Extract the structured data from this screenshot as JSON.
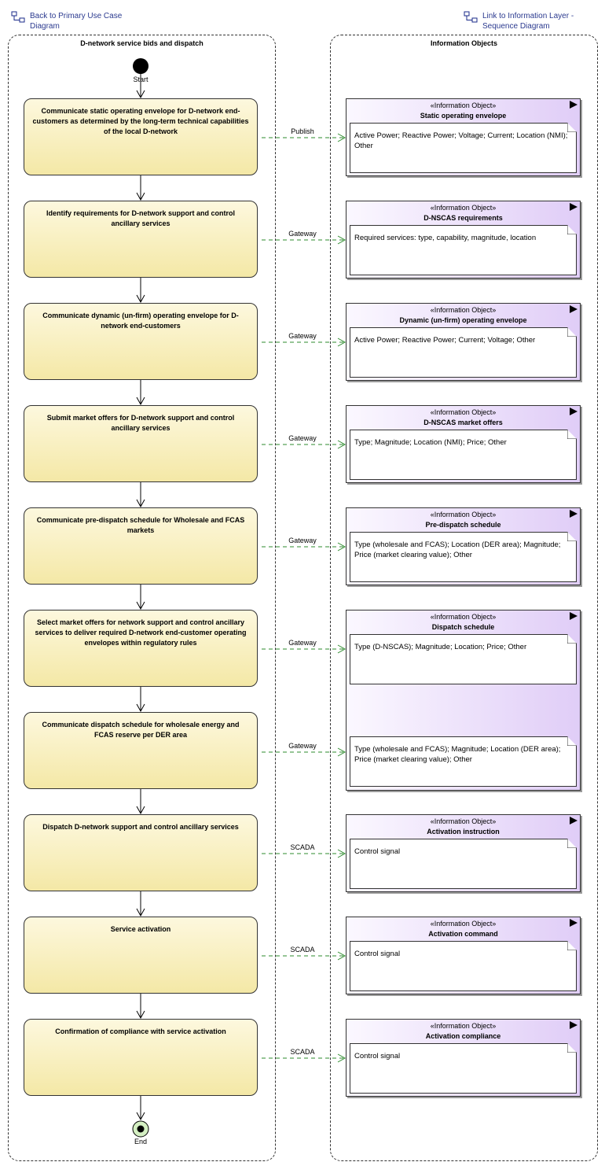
{
  "links": {
    "back": "Back to Primary Use Case Diagram",
    "info": "Link to Information Layer - Sequence Diagram"
  },
  "lanes": {
    "left_title": "D-network service bids and dispatch",
    "right_title": "Information Objects"
  },
  "start_label": "Start",
  "end_label": "End",
  "actions": [
    "Communicate static operating envelope for D-network end-customers as determined by the long-term technical capabilities of the local D-network",
    "Identify requirements for D-network support and control ancillary services",
    "Communicate dynamic (un-firm) operating envelope for D-network end-customers",
    "Submit market offers for D-network support and control ancillary services",
    "Communicate pre-dispatch schedule for Wholesale and FCAS markets",
    "Select market offers for network support and control ancillary services to deliver required D-network end-customer operating envelopes within regulatory rules",
    "Communicate dispatch schedule for wholesale energy and FCAS reserve per DER area",
    "Dispatch D-network support and control ancillary services",
    "Service activation",
    "Confirmation of compliance with service activation"
  ],
  "flows": [
    "Publish",
    "Gateway",
    "Gateway",
    "Gateway",
    "Gateway",
    "Gateway",
    "Gateway",
    "SCADA",
    "SCADA",
    "SCADA"
  ],
  "objects": [
    {
      "stereotype": "«Information Object»",
      "name": "Static operating envelope",
      "notes": [
        "Active Power; Reactive Power; Voltage; Current; Location (NMI); Other"
      ]
    },
    {
      "stereotype": "«Information Object»",
      "name": "D-NSCAS requirements",
      "notes": [
        "Required services: type, capability, magnitude, location"
      ]
    },
    {
      "stereotype": "«Information Object»",
      "name": "Dynamic (un-firm) operating envelope",
      "notes": [
        "Active Power; Reactive Power; Current; Voltage; Other"
      ]
    },
    {
      "stereotype": "«Information Object»",
      "name": "D-NSCAS market offers",
      "notes": [
        "Type; Magnitude; Location (NMI); Price; Other"
      ]
    },
    {
      "stereotype": "«Information Object»",
      "name": "Pre-dispatch schedule",
      "notes": [
        "Type (wholesale and FCAS); Location (DER area); Magnitude; Price (market clearing value); Other"
      ]
    },
    {
      "stereotype": "«Information Object»",
      "name": "Dispatch schedule",
      "notes": [
        "Type (D-NSCAS); Magnitude; Location; Price; Other",
        "Type (wholesale and FCAS); Magnitude; Location (DER area); Price (market clearing value); Other"
      ]
    },
    {
      "stereotype": "«Information Object»",
      "name": "Activation instruction",
      "notes": [
        "Control signal"
      ]
    },
    {
      "stereotype": "«Information Object»",
      "name": "Activation command",
      "notes": [
        "Control signal"
      ]
    },
    {
      "stereotype": "«Information Object»",
      "name": "Activation compliance",
      "notes": [
        "Control signal"
      ]
    }
  ],
  "colors": {
    "action_top": "#fdf8de",
    "action_bottom": "#f4e8a6",
    "object_left": "#fbf8ff",
    "object_right": "#e0cdf7",
    "flow_line": "#2e8b2e",
    "link_text": "#2b3a8f",
    "end_fill": "#d4efc2"
  }
}
